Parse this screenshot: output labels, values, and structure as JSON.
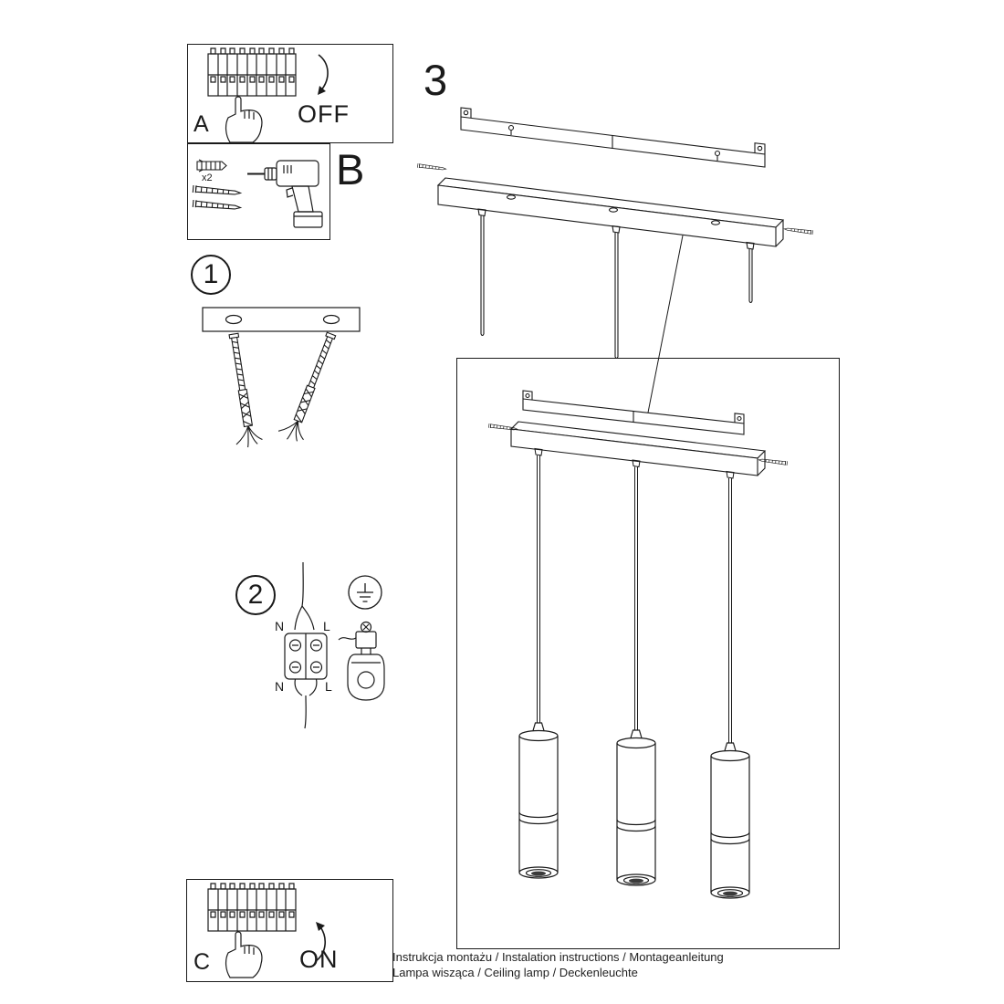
{
  "sheet": {
    "background": "#ffffff",
    "line_color": "#1a1a1a"
  },
  "steps": {
    "power_off": {
      "label": "A",
      "action": "OFF"
    },
    "tools": {
      "label": "B",
      "screw_quantity": "x2"
    },
    "step1": {
      "label": "1"
    },
    "step2": {
      "label": "2",
      "terminal_top_left": "N",
      "terminal_top_right": "L",
      "terminal_bottom_left": "N",
      "terminal_bottom_right": "L"
    },
    "step3": {
      "label": "3"
    },
    "power_on": {
      "label": "C",
      "action": "ON"
    }
  },
  "footer": {
    "line1": "Instrukcja montażu / Instalation instructions / Montageanleitung",
    "line2": "Lampa wisząca / Ceiling lamp / Deckenleuchte"
  }
}
